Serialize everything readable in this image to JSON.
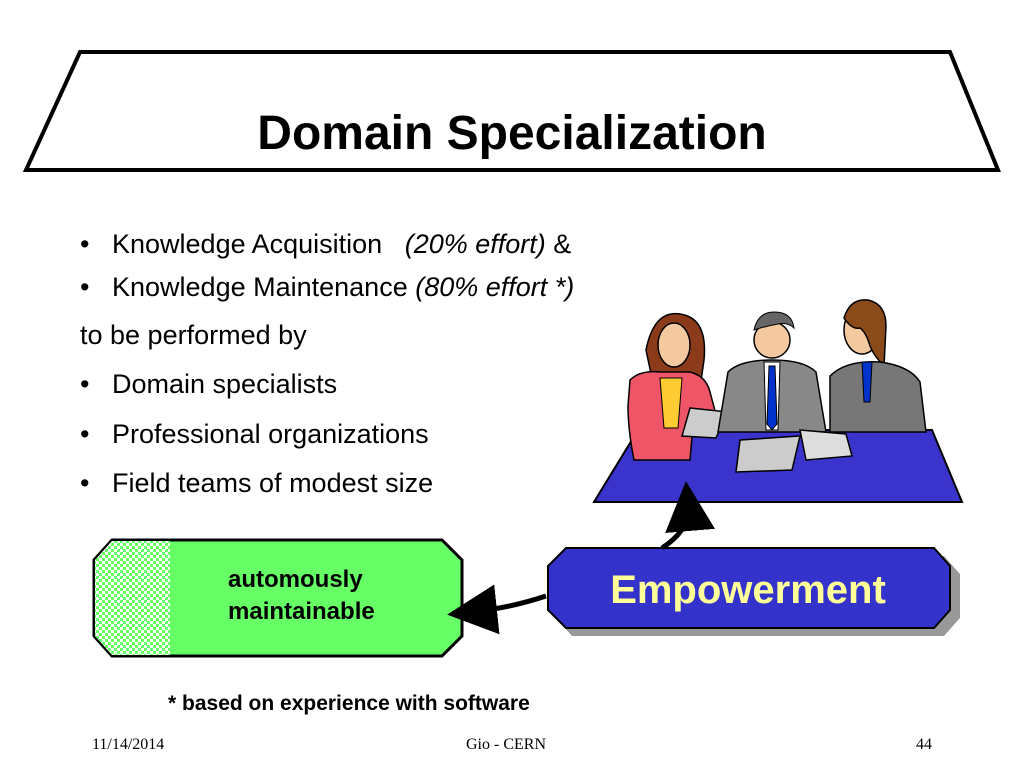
{
  "slide": {
    "title": "Domain Specialization",
    "bullets_top": [
      {
        "text": "Knowledge Acquisition",
        "note": "(20% effort)",
        "suffix": "&"
      },
      {
        "text": "Knowledge Maintenance",
        "note": "(80% effort *)",
        "suffix": ""
      }
    ],
    "connector_text": "to be performed by",
    "bullets_bottom": [
      "Domain specialists",
      "Professional organizations",
      "Field teams of modest size"
    ],
    "bullet_glyph": "•",
    "green_box": {
      "line1": "automously",
      "line2": "maintainable",
      "color": "#66ff66"
    },
    "empowerment": {
      "label": "Empowerment",
      "fill": "#3333cc",
      "text_color": "#ffff99"
    },
    "footnote": "* based on experience with software",
    "footer": {
      "date": "11/14/2014",
      "center": "Gio - CERN",
      "page": "44"
    },
    "illustration_icon": "business-meeting-illustration"
  }
}
